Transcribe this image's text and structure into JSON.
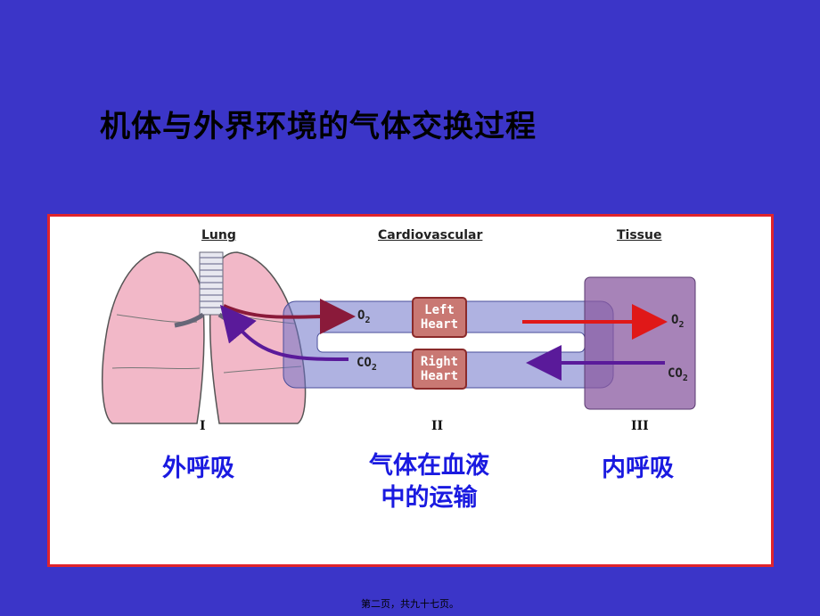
{
  "slide": {
    "title": "机体与外界环境的气体交换过程",
    "footer": "第二页，共九十七页。"
  },
  "diagram": {
    "columns": [
      {
        "heading": "Lung",
        "numeral": "I"
      },
      {
        "heading": "Cardiovascular",
        "numeral": "II"
      },
      {
        "heading": "Tissue",
        "numeral": "III"
      }
    ],
    "left_heart_label": "Left Heart",
    "right_heart_label": "Right Heart",
    "gas_labels": {
      "o2": "O",
      "o2_sub": "2",
      "co2": "CO",
      "co2_sub": "2"
    },
    "colors": {
      "o2_arrow": "#e01818",
      "co2_arrow": "#5a1a9a",
      "lung": "#f2b8c8",
      "tissue": "#8a5aa0",
      "circulation": "#6e72c8"
    }
  },
  "captions": {
    "external_respiration": "外呼吸",
    "blood_transport_line1": "气体在血液",
    "blood_transport_line2": "中的运输",
    "internal_respiration": "内呼吸"
  }
}
